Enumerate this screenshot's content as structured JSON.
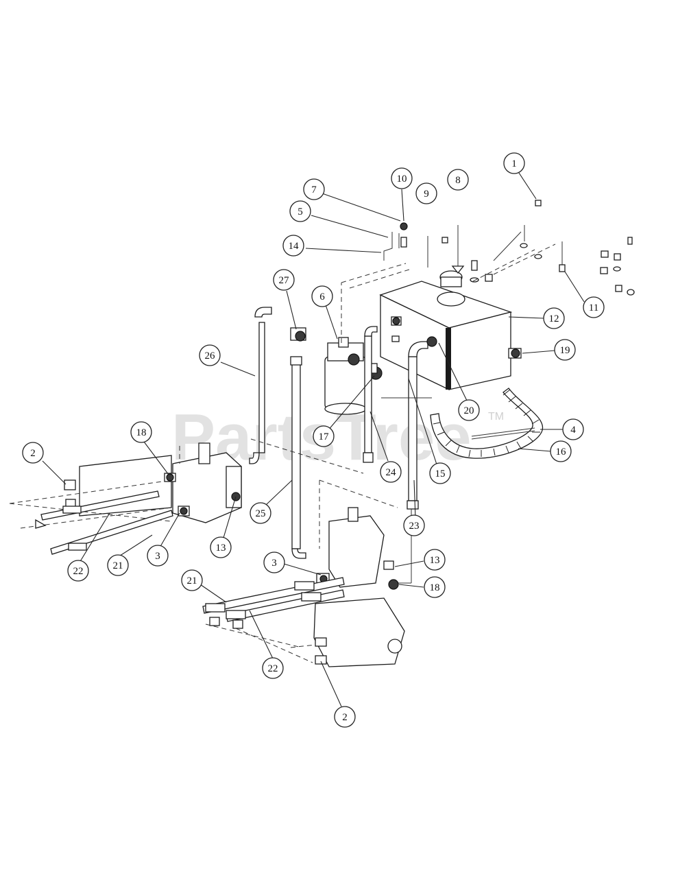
{
  "watermark": {
    "text": "PartsTree",
    "trademark": "TM"
  },
  "callouts": [
    {
      "id": "c1",
      "label": "1",
      "target": "screw-top"
    },
    {
      "id": "c2a",
      "label": "2",
      "target": "left-pump-fitting"
    },
    {
      "id": "c2b",
      "label": "2",
      "target": "right-pump-fitting"
    },
    {
      "id": "c3a",
      "label": "3",
      "target": "left-pump-adapter"
    },
    {
      "id": "c3b",
      "label": "3",
      "target": "right-pump-adapter"
    },
    {
      "id": "c4",
      "label": "4",
      "target": "cable-tie"
    },
    {
      "id": "c5",
      "label": "5",
      "target": "bracket-bolt"
    },
    {
      "id": "c6",
      "label": "6",
      "target": "filter-head"
    },
    {
      "id": "c7",
      "label": "7",
      "target": "nut"
    },
    {
      "id": "c8",
      "label": "8",
      "target": "reservoir-cap"
    },
    {
      "id": "c9",
      "label": "9",
      "target": "strainer"
    },
    {
      "id": "c10",
      "label": "10",
      "target": "bolt"
    },
    {
      "id": "c11",
      "label": "11",
      "target": "mount-hardware"
    },
    {
      "id": "c12",
      "label": "12",
      "target": "reservoir-tank"
    },
    {
      "id": "c13a",
      "label": "13",
      "target": "left-pump-elbow"
    },
    {
      "id": "c13b",
      "label": "13",
      "target": "right-pump-elbow"
    },
    {
      "id": "c14",
      "label": "14",
      "target": "filter-bracket"
    },
    {
      "id": "c15",
      "label": "15",
      "target": "hose-clamp"
    },
    {
      "id": "c16",
      "label": "16",
      "target": "spiral-wrap"
    },
    {
      "id": "c17",
      "label": "17",
      "target": "filter-elbow"
    },
    {
      "id": "c18a",
      "label": "18",
      "target": "left-pump-tee"
    },
    {
      "id": "c18b",
      "label": "18",
      "target": "right-pump-tee"
    },
    {
      "id": "c19",
      "label": "19",
      "target": "reservoir-fitting"
    },
    {
      "id": "c20",
      "label": "20",
      "target": "reservoir-outlet"
    },
    {
      "id": "c21a",
      "label": "21",
      "target": "left-hose-lower"
    },
    {
      "id": "c21b",
      "label": "21",
      "target": "right-hose-upper"
    },
    {
      "id": "c22a",
      "label": "22",
      "target": "left-hose-upper"
    },
    {
      "id": "c22b",
      "label": "22",
      "target": "right-hose-lower"
    },
    {
      "id": "c23",
      "label": "23",
      "target": "return-hose-right"
    },
    {
      "id": "c24",
      "label": "24",
      "target": "return-hose-center"
    },
    {
      "id": "c25",
      "label": "25",
      "target": "suction-hose"
    },
    {
      "id": "c26",
      "label": "26",
      "target": "feed-hose"
    },
    {
      "id": "c27",
      "label": "27",
      "target": "filter-inlet-fitting"
    }
  ]
}
